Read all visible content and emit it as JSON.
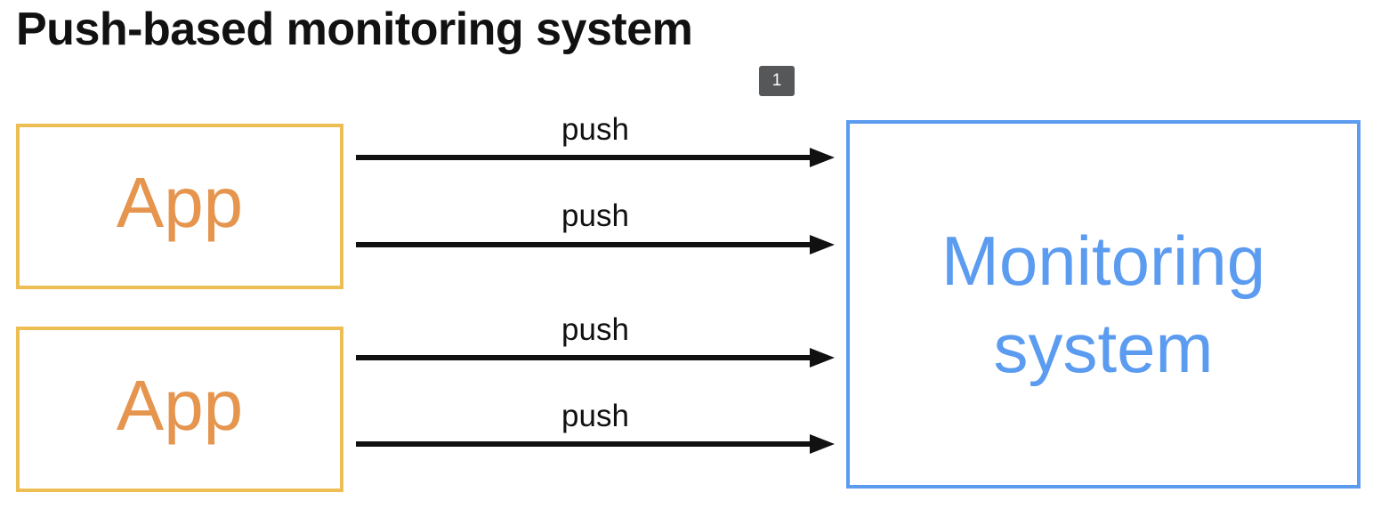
{
  "slide": {
    "title": "Push-based monitoring system",
    "background_color": "#ffffff",
    "step_badge": {
      "label": "1",
      "background_color": "#555759",
      "text_color": "#ffffff"
    }
  },
  "colors": {
    "app_border": "#ecbe53",
    "app_text": "#e5954e",
    "monitor_border": "#5b9bf0",
    "monitor_text": "#5b9bf0",
    "arrow": "#111111",
    "title_text": "#111111",
    "push_text": "#111111"
  },
  "diagram": {
    "type": "flow",
    "sources": [
      {
        "label": "App"
      },
      {
        "label": "App"
      }
    ],
    "target": {
      "label_line1": "Monitoring",
      "label_line2": "system",
      "label": "Monitoring system"
    },
    "edges": [
      {
        "label": "push",
        "from": "App 1",
        "to": "Monitoring system"
      },
      {
        "label": "push",
        "from": "App 1",
        "to": "Monitoring system"
      },
      {
        "label": "push",
        "from": "App 2",
        "to": "Monitoring system"
      },
      {
        "label": "push",
        "from": "App 2",
        "to": "Monitoring system"
      }
    ]
  }
}
